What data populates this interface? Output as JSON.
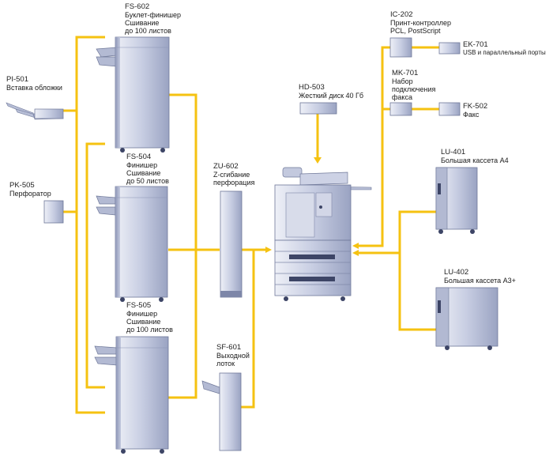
{
  "colors": {
    "connector": "#f5c211",
    "device_fill": "#c9d0e3",
    "device_dark": "#7d86a8",
    "arrow": "#f5c211"
  },
  "components": {
    "fs602": {
      "code": "FS-602",
      "lines": [
        "Буклет-финишер",
        "Сшивание",
        "до 100 листов"
      ]
    },
    "pi501": {
      "code": "PI-501",
      "lines": [
        "Вставка обложки"
      ]
    },
    "fs504": {
      "code": "FS-504",
      "lines": [
        "Финишер",
        "Сшивание",
        "до 50 листов"
      ]
    },
    "pk505": {
      "code": "PK-505",
      "lines": [
        "Перфоратор"
      ]
    },
    "zu602": {
      "code": "ZU-602",
      "lines": [
        "Z-сгибание",
        "перфорация"
      ]
    },
    "fs505": {
      "code": "FS-505",
      "lines": [
        "Финишер",
        "Сшивание",
        "до 100 листов"
      ]
    },
    "sf601": {
      "code": "SF-601",
      "lines": [
        "Выходной",
        "лоток"
      ]
    },
    "hd503": {
      "code": "HD-503",
      "lines": [
        "Жесткий диск 40 Гб"
      ]
    },
    "ic202": {
      "code": "IC-202",
      "lines": [
        "Принт-контроллер",
        "PCL, PostScript"
      ]
    },
    "ek701": {
      "code": "EK-701",
      "lines": [
        "USB и параллельный порты"
      ]
    },
    "mk701": {
      "code": "MK-701",
      "lines": [
        "Набор",
        "подключения",
        "факса"
      ]
    },
    "fk502": {
      "code": "FK-502",
      "lines": [
        "Факс"
      ]
    },
    "lu401": {
      "code": "LU-401",
      "lines": [
        "Большая кассета A4"
      ]
    },
    "lu402": {
      "code": "LU-402",
      "lines": [
        "Большая кассета A3+"
      ]
    }
  }
}
